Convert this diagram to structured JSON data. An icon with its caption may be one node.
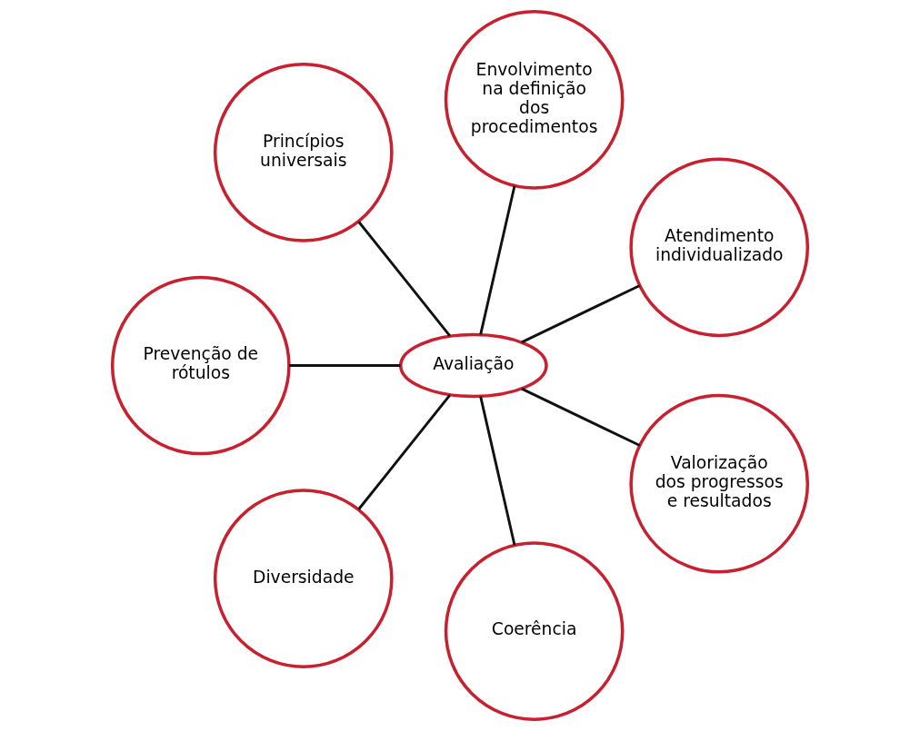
{
  "diagram": {
    "nodes": [
      {
        "text": [
          "Atendimento individualizado"
        ]
      },
      {
        "text": [
          "Envolvimento na definição dos procedimentos"
        ]
      },
      {
        "text": [
          "Princípios universais"
        ]
      },
      {
        "text": [
          "Avaliação"
        ]
      },
      {
        "text": [
          "Prevenção de rótulos"
        ]
      },
      {
        "text": [
          "Diversidade"
        ]
      },
      {
        "text": [
          "Coerência"
        ]
      },
      {
        "text": [
          "Valorização dos progressos e resultados"
        ]
      }
    ],
    "edges": [
      {
        "from": 3,
        "to": 0,
        "arrow": "none"
      },
      {
        "from": 3,
        "to": 1,
        "arrow": "none"
      },
      {
        "from": 3,
        "to": 2,
        "arrow": "none"
      },
      {
        "from": 3,
        "to": 4,
        "arrow": "none"
      },
      {
        "from": 3,
        "to": 5,
        "arrow": "none"
      },
      {
        "from": 3,
        "to": 6,
        "arrow": "none"
      },
      {
        "from": 3,
        "to": 7,
        "arrow": "none"
      }
    ]
  }
}
